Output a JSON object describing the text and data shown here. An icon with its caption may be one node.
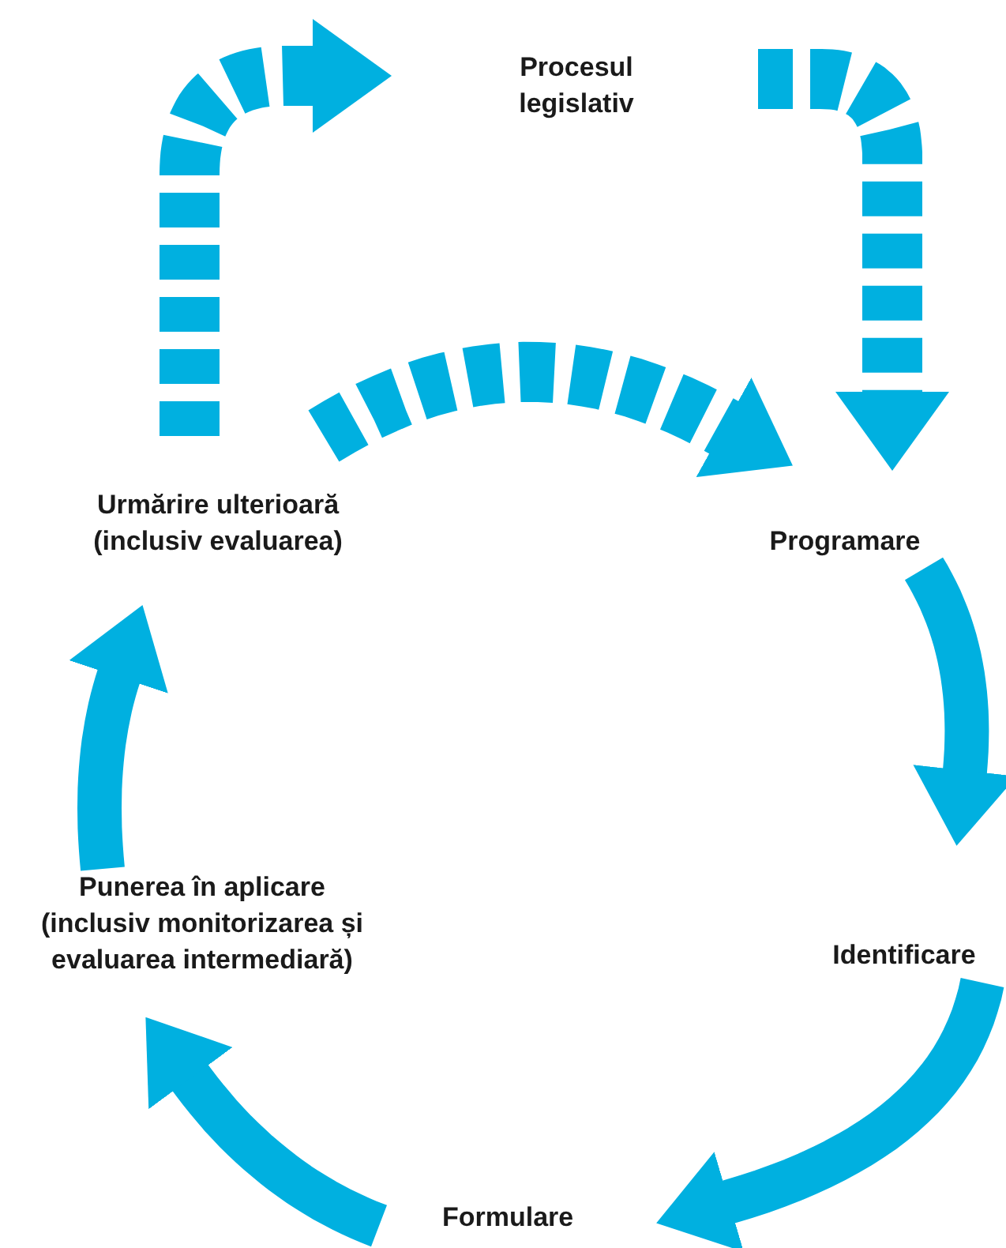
{
  "diagram": {
    "nodes": [
      {
        "text": [
          "Procesul legislativ"
        ]
      },
      {
        "text": [
          "Programare"
        ]
      },
      {
        "text": [
          "Identificare"
        ]
      },
      {
        "text": [
          "Formulare"
        ]
      },
      {
        "text": [
          "Punerea în aplicare",
          "(inclusiv monitorizarea și evaluarea intermediară)"
        ]
      },
      {
        "text": [
          "Urmărire ulterioară",
          "(inclusiv evaluarea)"
        ]
      }
    ],
    "edges": [
      {
        "from": 5,
        "to": 0,
        "arrow": "to",
        "style": "dashed"
      },
      {
        "from": 0,
        "to": 1,
        "arrow": "to",
        "style": "dashed"
      },
      {
        "from": 5,
        "to": 1,
        "arrow": "to",
        "style": "dashed"
      },
      {
        "from": 1,
        "to": 2,
        "arrow": "to"
      },
      {
        "from": 2,
        "to": 3,
        "arrow": "to"
      },
      {
        "from": 3,
        "to": 4,
        "arrow": "to"
      },
      {
        "from": 4,
        "to": 5,
        "arrow": "to"
      }
    ]
  }
}
